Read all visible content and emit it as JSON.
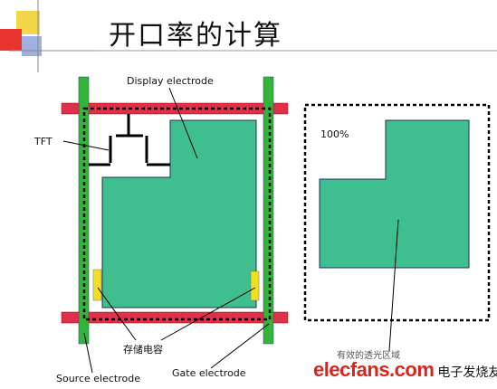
{
  "title": "开口率的计算",
  "labels": {
    "display_electrode": "Display electrode",
    "tft": "TFT",
    "storage_capacitor": "存储电容",
    "source_electrode": "Source electrode",
    "gate_electrode": "Gate electrode",
    "percent": "100%",
    "effective_area": "有效的透光区域"
  },
  "brand": {
    "name": "elecfans.com",
    "cn": "电子发烧友"
  },
  "colors": {
    "electrode_fill": "#3fbf8f",
    "gate_line": "#e0304b",
    "source_line": "#33b53a",
    "capacitor": "#f2e020"
  }
}
